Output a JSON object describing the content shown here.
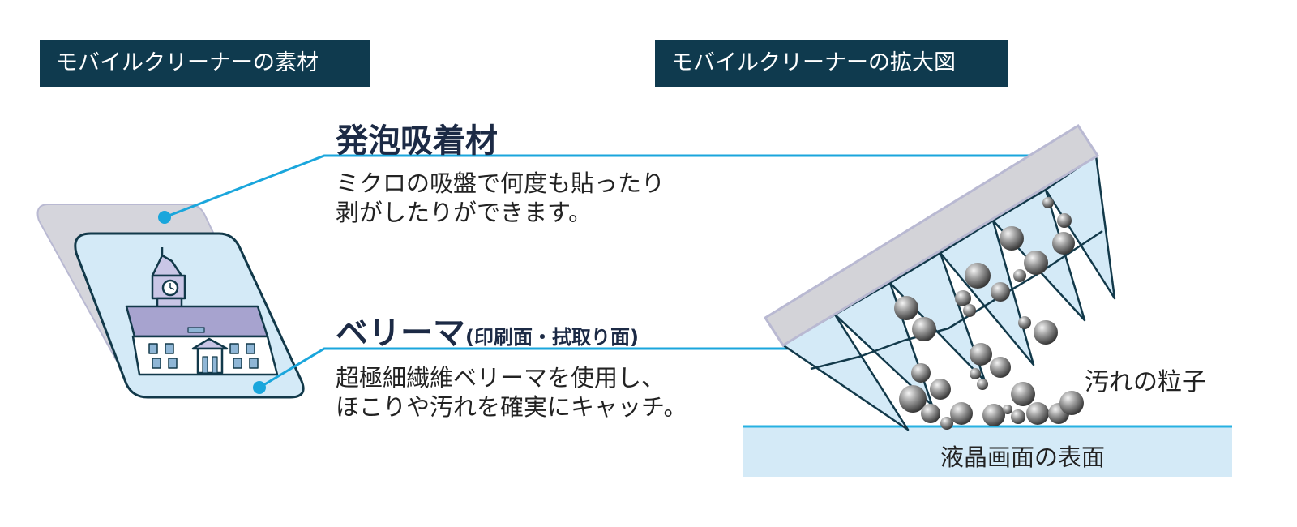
{
  "labels": {
    "material": "モバイルクリーナーの素材",
    "magnified": "モバイルクリーナーの拡大図"
  },
  "foam": {
    "title": "発泡吸着材",
    "desc_line1": "ミクロの吸盤で何度も貼ったり",
    "desc_line2": "剥がしたりができます。"
  },
  "bemliese": {
    "title": "ベリーマ",
    "subtitle": "(印刷面・拭取り面)",
    "desc_line1": "超極細繊維ベリーマを使用し、",
    "desc_line2": "ほこりや汚れを確実にキャッチ。"
  },
  "annotations": {
    "particles": "汚れの粒子",
    "lcd_surface": "液晶画面の表面"
  },
  "colors": {
    "label_bg": "#0f3a4e",
    "callout_line": "#1aa6dc",
    "foam": "#d3d3d8",
    "fiber_fill": "#d4eaf7",
    "fiber_stroke": "#12394a",
    "lcd": "#d4eaf7",
    "lcd_line": "#27b1e2"
  },
  "icons": {
    "cleaner": "clock-tower-illustration",
    "particle": "sphere"
  }
}
